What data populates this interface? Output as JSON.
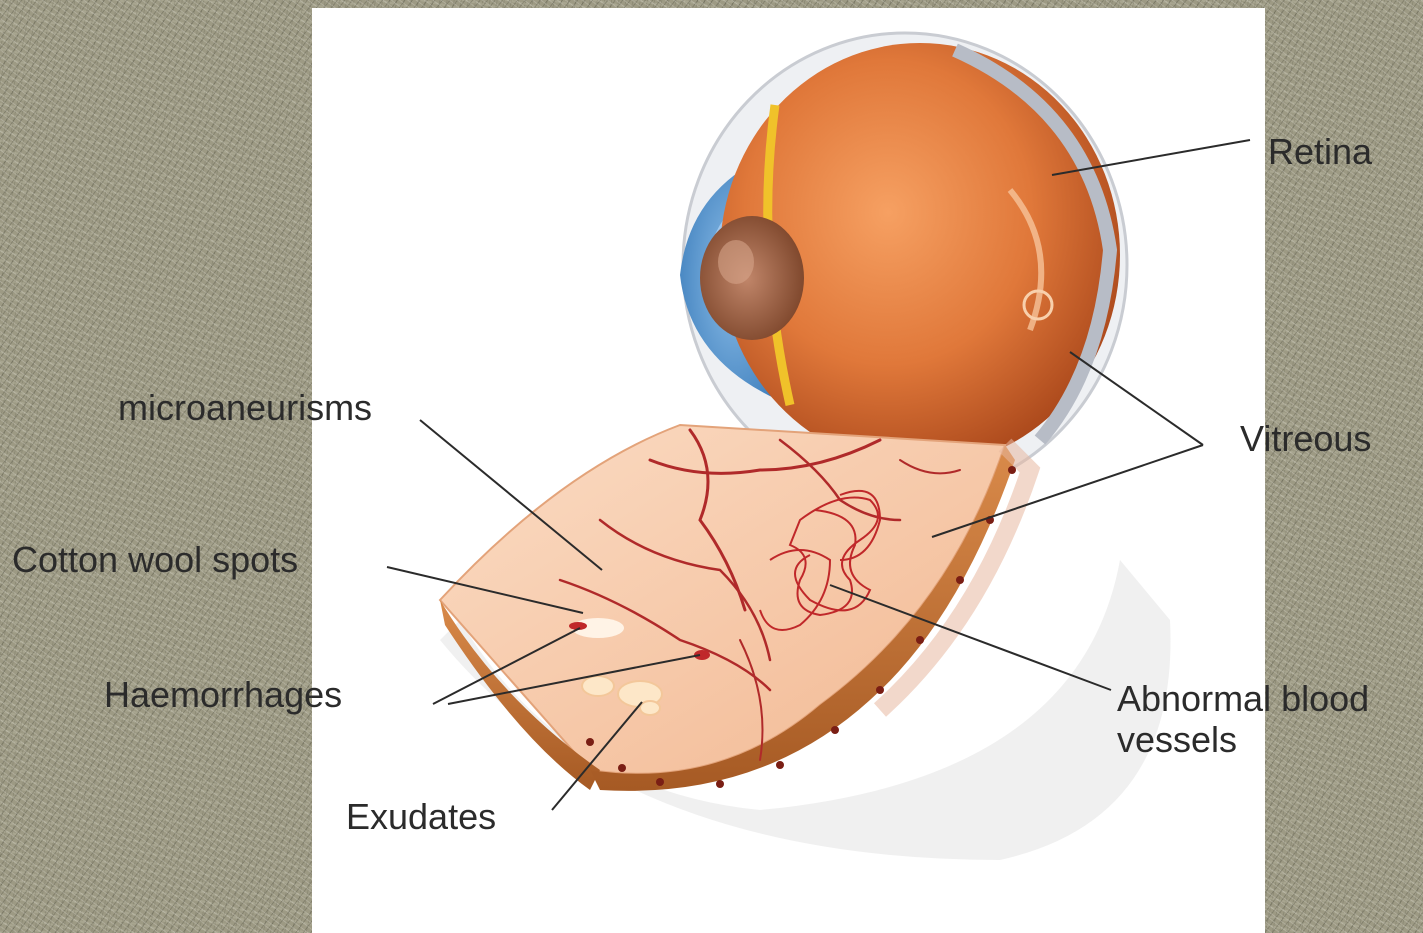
{
  "labels": {
    "retina": "Retina",
    "vitreous": "Vitreous",
    "microaneurisms": "microaneurisms",
    "cotton_wool_spots": "Cotton wool spots",
    "haemorrhages": "Haemorrhages",
    "exudates": "Exudates",
    "abnormal_blood_vessels_line1": "Abnormal blood",
    "abnormal_blood_vessels_line2": "vessels"
  },
  "colors": {
    "background": "#9d9a84",
    "panel": "#ffffff",
    "label_text": "#2b2b2b",
    "leader_line": "#2b2b2b",
    "eyeball_orange": "#e0783a",
    "iris_blue": "#4d8fc7",
    "retina_tissue": "#f4c4a0",
    "vessel_red": "#b02a2a"
  }
}
